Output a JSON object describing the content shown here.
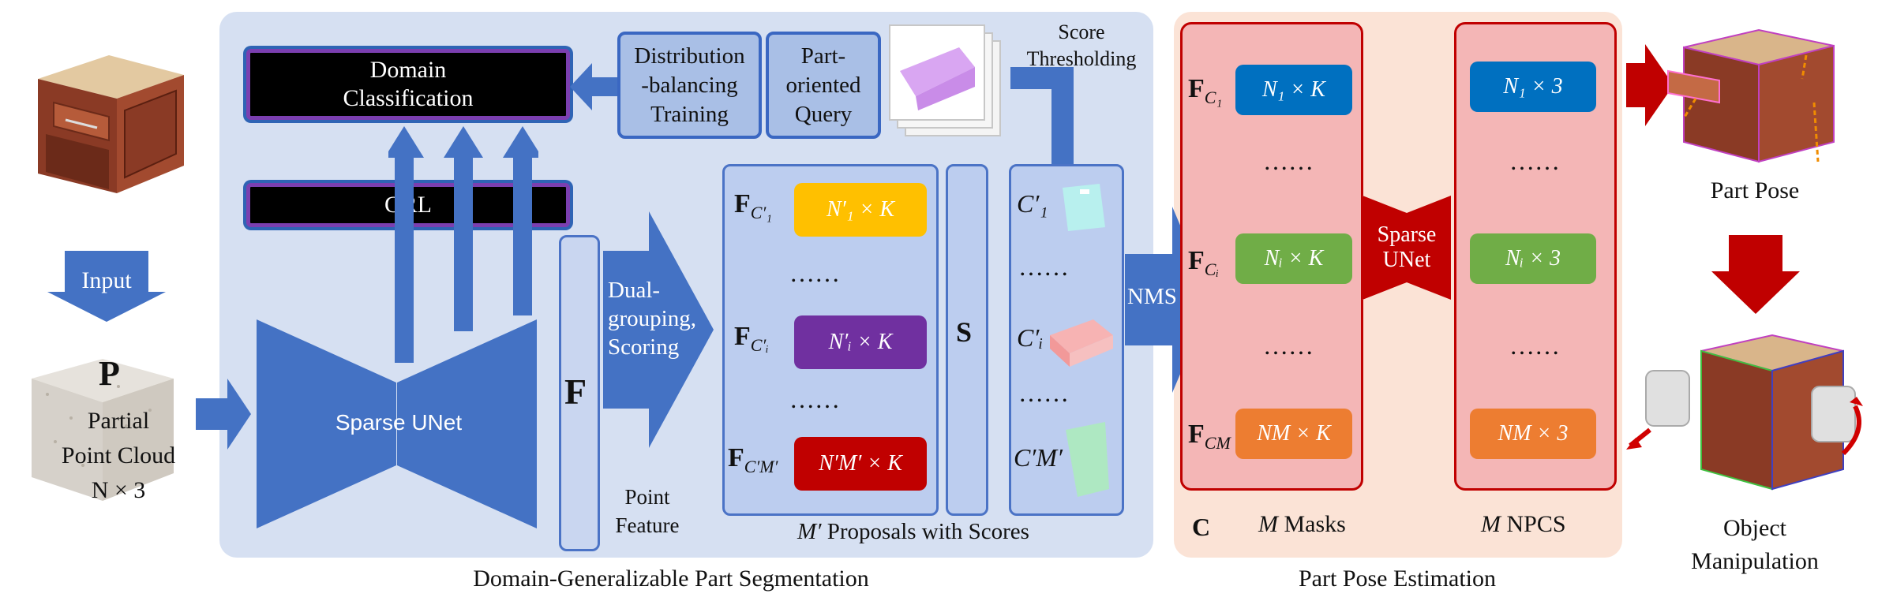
{
  "input": {
    "arrow_label": "Input",
    "p_label": "P",
    "cloud_label_1": "Partial",
    "cloud_label_2": "Point Cloud",
    "cloud_label_3": "N × 3"
  },
  "segmentation": {
    "caption": "Domain-Generalizable Part Segmentation",
    "domain_classification": "Domain\nClassification",
    "grl": "GRL",
    "distribution_training": "Distribution\n-balancing\nTraining",
    "part_query": "Part-\noriented\nQuery",
    "score_thresholding": "Score\nThresholding",
    "sparse_unet": "Sparse UNet",
    "f_label": "F",
    "point_feature": "Point\nFeature",
    "dual_grouping": "Dual-\ngrouping,\nScoring",
    "proposals": [
      {
        "f": "F",
        "sub": "C′₁",
        "pill": "N′₁ × K",
        "color": "#ffc000"
      },
      {
        "f": "F",
        "sub": "C′ᵢ",
        "pill": "N′ᵢ × K",
        "color": "#7030a0"
      },
      {
        "f": "F",
        "sub": "C′M′",
        "pill": "N′M′ × K",
        "color": "#c00000"
      }
    ],
    "dots": "……",
    "s_label": "S",
    "c_labels": [
      "C′₁",
      "C′ᵢ",
      "C′M′"
    ],
    "proposals_caption_m": "M′",
    "proposals_caption": "Proposals with Scores",
    "nms": "NMS"
  },
  "pose": {
    "caption": "Part Pose Estimation",
    "masks": [
      {
        "f": "F",
        "sub": "C₁",
        "pill": "N₁ × K",
        "color": "#0070c0"
      },
      {
        "f": "F",
        "sub": "Cᵢ",
        "pill": "Nᵢ × K",
        "color": "#70ad47"
      },
      {
        "f": "F",
        "sub": "CM",
        "pill": "NM × K",
        "color": "#ed7d31"
      }
    ],
    "npcs": [
      {
        "pill": "N₁ × 3",
        "color": "#0070c0"
      },
      {
        "pill": "Nᵢ × 3",
        "color": "#70ad47"
      },
      {
        "pill": "NM × 3",
        "color": "#ed7d31"
      }
    ],
    "sparse_unet": "Sparse\nUNet",
    "c_label": "C",
    "masks_caption_m": "M",
    "masks_caption": "Masks",
    "npcs_caption_m": "M",
    "npcs_caption": "NPCS"
  },
  "output": {
    "part_pose": "Part Pose",
    "object_manipulation_1": "Object",
    "object_manipulation_2": "Manipulation"
  }
}
